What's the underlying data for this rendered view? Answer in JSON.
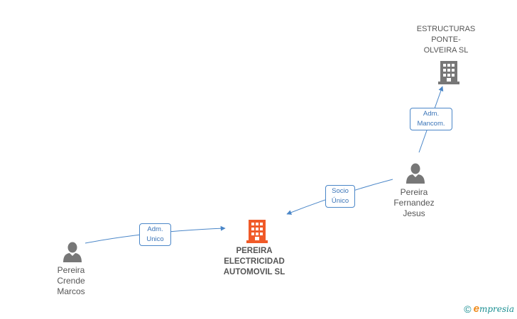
{
  "nodes": {
    "estructuras": {
      "lines": [
        "ESTRUCTURAS",
        "PONTE-",
        "OLVEIRA SL"
      ],
      "kind": "company"
    },
    "pereira_electricidad": {
      "lines": [
        "PEREIRA",
        "ELECTRICIDAD",
        "AUTOMOVIL SL"
      ],
      "kind": "company-main"
    },
    "pereira_fernandez": {
      "lines": [
        "Pereira",
        "Fernandez",
        "Jesus"
      ],
      "kind": "person"
    },
    "pereira_crende": {
      "lines": [
        "Pereira",
        "Crende",
        "Marcos"
      ],
      "kind": "person"
    }
  },
  "edges": {
    "adm_mancom": {
      "lines": [
        "Adm.",
        "Mancom."
      ]
    },
    "socio_unico": {
      "lines": [
        "Socio",
        "Único"
      ]
    },
    "adm_unico": {
      "lines": [
        "Adm.",
        "Unico"
      ]
    }
  },
  "colors": {
    "edge": "#4a86c8",
    "company": "#777777",
    "company_main": "#f05a28",
    "person": "#777777"
  },
  "footer": {
    "copyright": "©",
    "brand_initial": "e",
    "brand_rest": "mpresia"
  }
}
